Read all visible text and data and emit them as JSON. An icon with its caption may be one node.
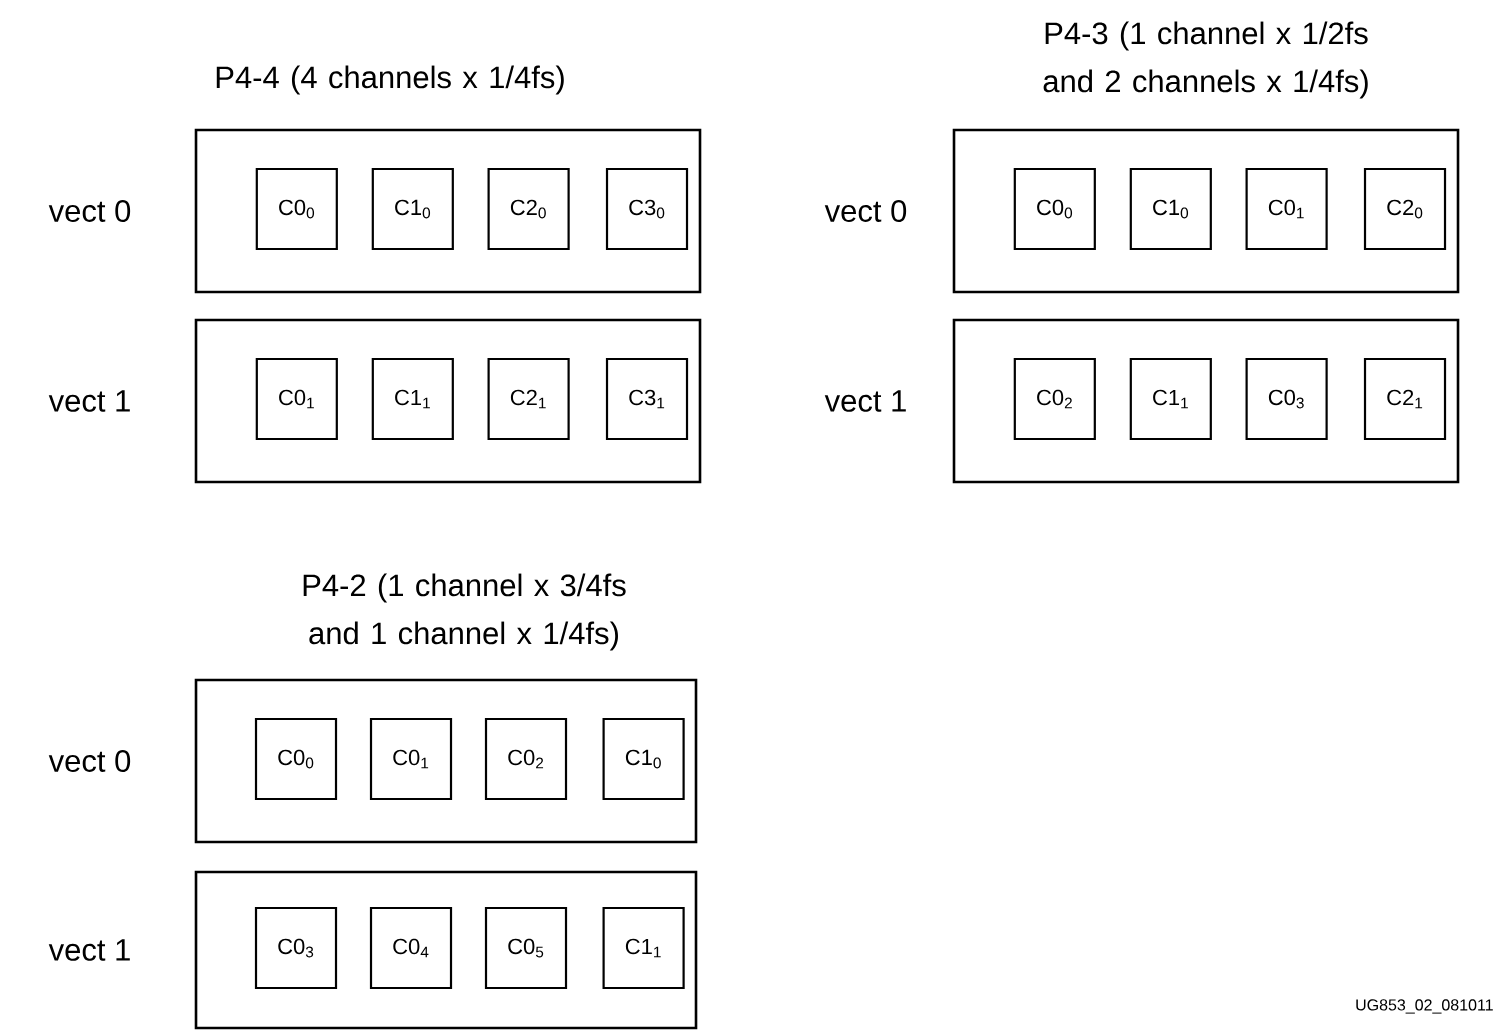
{
  "diagram": {
    "nodes": [
      {
        "text": [],
        "shape": "box",
        "beside": [
          "vect 0"
        ]
      },
      {
        "text": [
          "C0$_{0}$"
        ],
        "in": 0
      },
      {
        "text": [
          "C1$_{0}$"
        ],
        "in": 0
      },
      {
        "text": [
          "C2$_{0}$"
        ],
        "in": 0
      },
      {
        "text": [
          "C3$_{0}$"
        ],
        "in": 0
      },
      {
        "text": [],
        "shape": "box",
        "beside": [
          "vect 1"
        ]
      },
      {
        "text": [
          "C0$_{1}$"
        ],
        "in": 5
      },
      {
        "text": [
          "C1$_{1}$"
        ],
        "in": 5
      },
      {
        "text": [
          "C2$_{1}$"
        ],
        "in": 5
      },
      {
        "text": [
          "C3$_{1}$"
        ],
        "in": 5
      },
      {
        "text": [],
        "shape": "box",
        "beside": [
          "vect 0"
        ]
      },
      {
        "text": [
          "C0$_{0}$"
        ],
        "in": 10
      },
      {
        "text": [
          "C1$_{0}$"
        ],
        "in": 10
      },
      {
        "text": [
          "C0$_{1}$"
        ],
        "in": 10
      },
      {
        "text": [
          "C2$_{0}$"
        ],
        "in": 10
      },
      {
        "text": [],
        "shape": "box",
        "beside": [
          "vect 1"
        ]
      },
      {
        "text": [
          "C0$_{2}$"
        ],
        "in": 15
      },
      {
        "text": [
          "C1$_{1}$"
        ],
        "in": 15
      },
      {
        "text": [
          "C0$_{3}$"
        ],
        "in": 15
      },
      {
        "text": [
          "C2$_{1}$"
        ],
        "in": 15
      },
      {
        "text": [],
        "shape": "box",
        "beside": [
          "vect 0"
        ]
      },
      {
        "text": [
          "C0$_{0}$"
        ],
        "in": 20
      },
      {
        "text": [
          "C0$_{1}$"
        ],
        "in": 20
      },
      {
        "text": [
          "C0$_{2}$"
        ],
        "in": 20
      },
      {
        "text": [
          "C1$_{0}$"
        ],
        "in": 20
      },
      {
        "text": [],
        "shape": "box",
        "beside": [
          "vect 1"
        ]
      },
      {
        "text": [
          "C0$_{3}$"
        ],
        "in": 25
      },
      {
        "text": [
          "C0$_{4}$"
        ],
        "in": 25
      },
      {
        "text": [
          "C0$_{5}$"
        ],
        "in": 25
      },
      {
        "text": [
          "C1$_{1}$"
        ],
        "in": 25
      }
    ],
    "labels": [
      "P4-4 (4 channels x 1/4fs)",
      "P4-3 (1 channel x 1/2fs and 2 channels x 1/4fs)",
      "P4-2 (1 channel x 3/4fs and 1 channel x 1/4fs)",
      "UG853_02_081011"
    ]
  }
}
